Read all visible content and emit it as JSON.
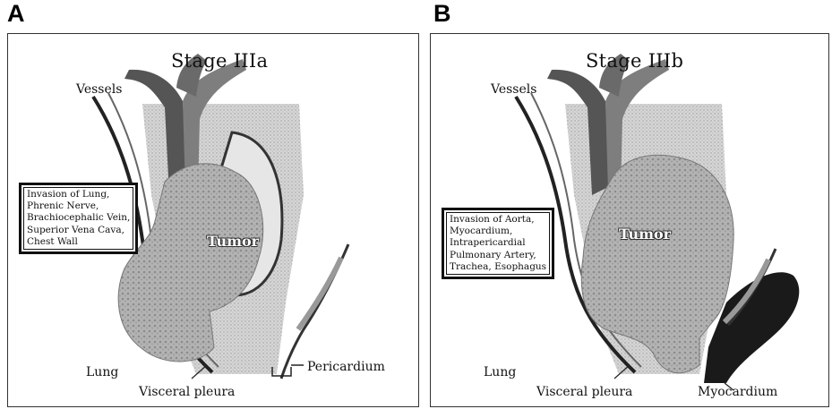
{
  "panels": [
    {
      "letter": "A",
      "title": "Stage IIIa",
      "labels": {
        "vessels": "Vessels",
        "tumor": "Tumor",
        "lung": "Lung",
        "visceral_pleura": "Visceral pleura",
        "pericardium": "Pericardium"
      },
      "invasion_box": [
        "Invasion of Lung,",
        "Phrenic Nerve,",
        "Brachiocephalic Vein,",
        "Superior Vena Cava,",
        "Chest Wall"
      ]
    },
    {
      "letter": "B",
      "title": "Stage IIIb",
      "labels": {
        "vessels": "Vessels",
        "tumor": "Tumor",
        "lung": "Lung",
        "visceral_pleura": "Visceral pleura",
        "myocardium": "Myocardium"
      },
      "invasion_box": [
        "Invasion of Aorta,",
        "Myocardium,",
        "Intrapericardial",
        "Pulmonary Artery,",
        "Trachea, Esophagus"
      ]
    }
  ],
  "colors": {
    "tissue": "#cfcfcf",
    "tumor": "#a9a9a9",
    "vessel_dark": "#555555",
    "vessel_mid": "#8a8a8a",
    "pleura": "#222222",
    "myocardium": "#1a1a1a"
  }
}
